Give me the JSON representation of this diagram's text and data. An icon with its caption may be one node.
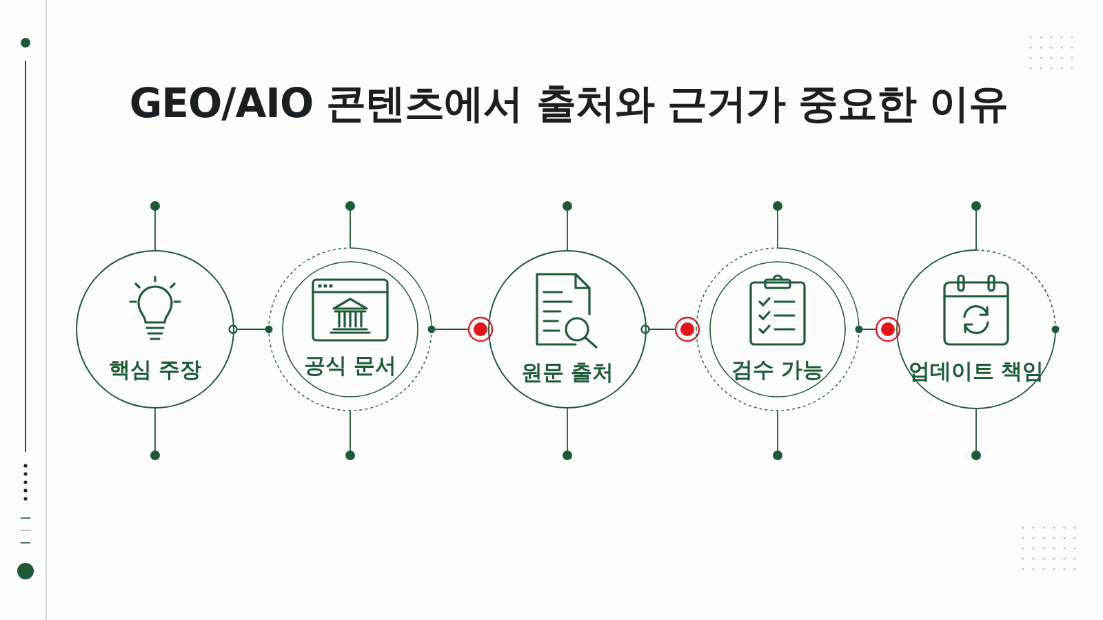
{
  "diagram": {
    "title": "GEO/AIO 콘텐츠에서 출처와 근거가 중요한 이유",
    "nodes": [
      {
        "text": [
          "핵심 주장"
        ]
      },
      {
        "text": [
          "공식 문서"
        ]
      },
      {
        "text": [
          "원문 출처"
        ]
      },
      {
        "text": [
          "검수 가능"
        ]
      },
      {
        "text": [
          "업데이트 책임"
        ]
      }
    ],
    "edges": [
      {
        "from": 0,
        "to": 1,
        "arrow": "other"
      },
      {
        "from": 1,
        "to": 2,
        "arrow": "other"
      },
      {
        "from": 2,
        "to": 3,
        "arrow": "other"
      },
      {
        "from": 3,
        "to": 4,
        "arrow": "other"
      }
    ]
  }
}
